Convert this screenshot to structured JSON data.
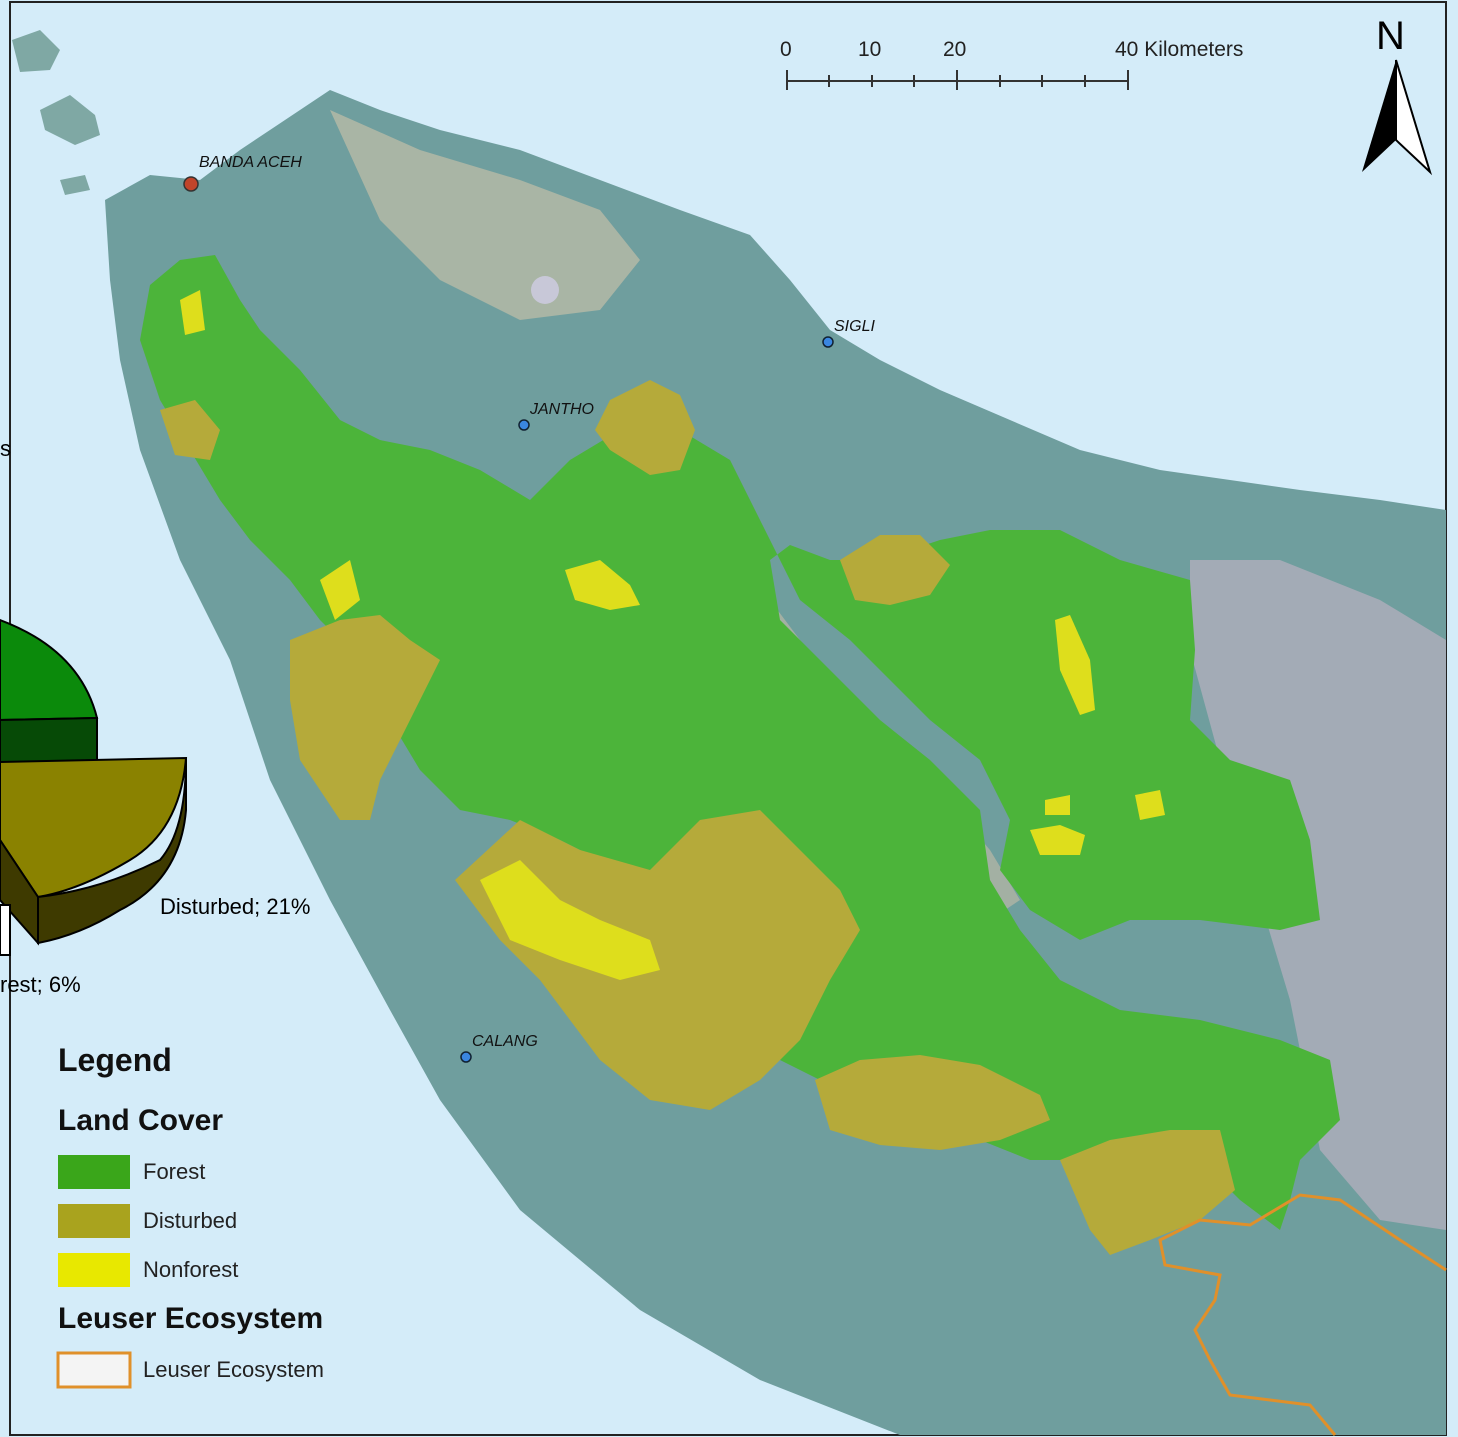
{
  "map": {
    "towns": [
      {
        "name": "BANDA ACEH",
        "kind": "capital"
      },
      {
        "name": "SIGLI",
        "kind": "town"
      },
      {
        "name": "JANTHO",
        "kind": "town"
      },
      {
        "name": "CALANG",
        "kind": "town"
      }
    ],
    "north_arrow": "N",
    "scale_bar": {
      "ticks": [
        "0",
        "10",
        "20",
        "40 Kilometers"
      ]
    },
    "colors": {
      "sea": "#d4ecf9",
      "lowland": "#6f9e9e",
      "highland": "#b8bca8",
      "forest": "#4cb43a",
      "disturbed": "#b5aa3a",
      "nonforest": "#dede1c",
      "leuser_boundary": "#e0902a"
    }
  },
  "inset_pie": {
    "labels": {
      "partial_left": "s",
      "disturbed": "Disturbed; 21%",
      "nonforest": "rest; 6%"
    },
    "colors": {
      "forest_top": "#0b8a0b",
      "forest_side": "#064a06",
      "disturbed_top": "#8a8200",
      "disturbed_side": "#3e3a00"
    }
  },
  "legend": {
    "title": "Legend",
    "land_cover_title": "Land Cover",
    "items": [
      {
        "label": "Forest",
        "color": "#3aa61a"
      },
      {
        "label": "Disturbed",
        "color": "#a9a31e"
      },
      {
        "label": "Nonforest",
        "color": "#e8e800"
      }
    ],
    "leuser_title": "Leuser Ecosystem",
    "leuser_item": {
      "label": "Leuser Ecosystem",
      "color": "#e0902a"
    }
  }
}
